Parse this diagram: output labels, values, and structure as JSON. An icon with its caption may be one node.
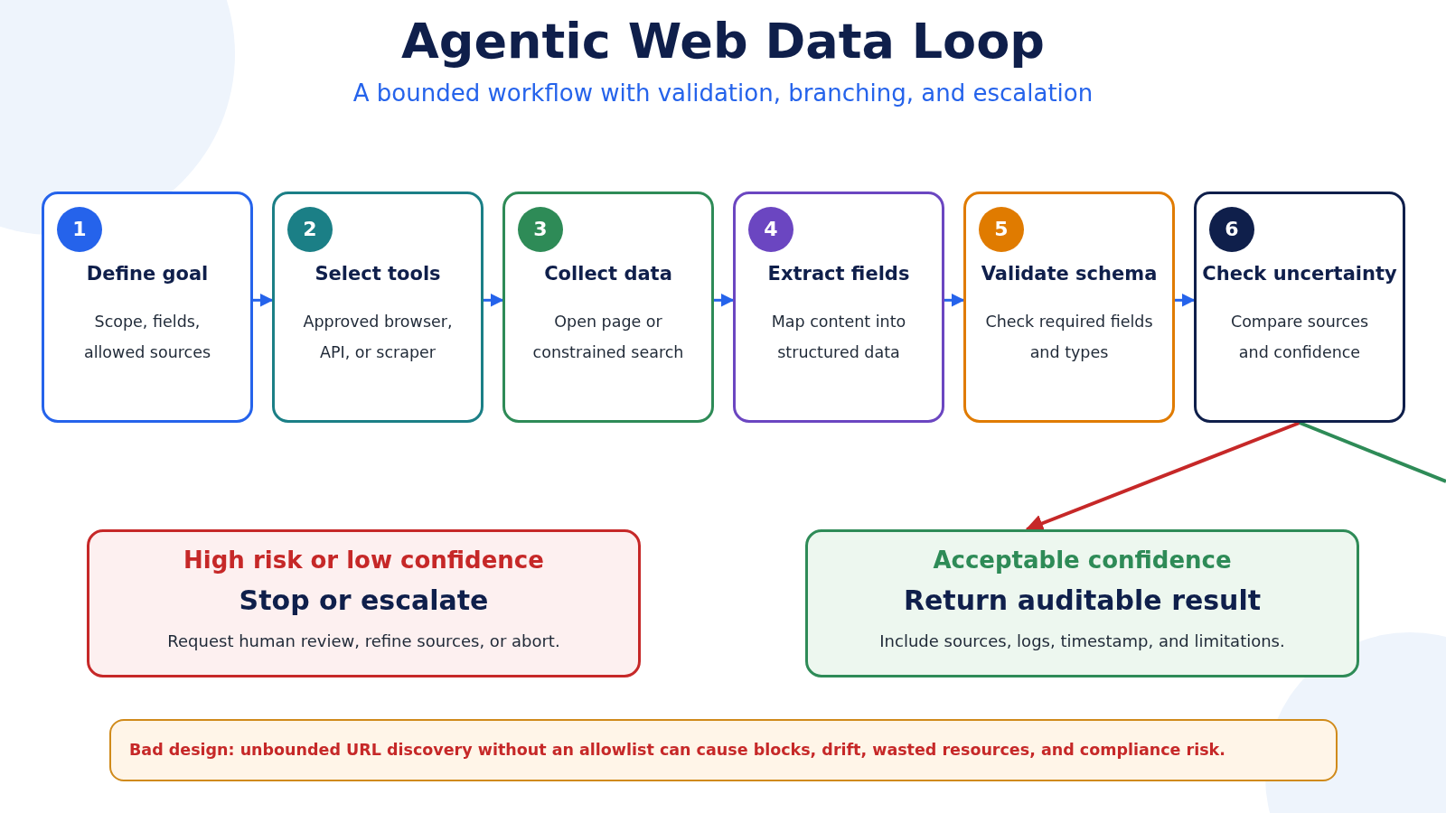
{
  "diagram": {
    "title": "Agentic Web Data Loop",
    "nodes": [
      {
        "text": [
          "1",
          "Define goal",
          "Scope, fields, allowed sources"
        ]
      },
      {
        "text": [
          "2",
          "Select tools",
          "Approved browser, API, or scraper"
        ]
      },
      {
        "text": [
          "3",
          "Collect data",
          "Open page or constrained search"
        ]
      },
      {
        "text": [
          "4",
          "Extract fields",
          "Map content into structured data"
        ]
      },
      {
        "text": [
          "5",
          "Validate schema",
          "Check required fields and types"
        ]
      },
      {
        "text": [
          "6",
          "Check uncertainty",
          "Compare sources and confidence"
        ]
      },
      {
        "text": [
          "High risk or low confidence",
          "Stop or escalate",
          "Request human review, refine sources, or abort."
        ]
      },
      {
        "text": [
          "Acceptable confidence",
          "Return auditable result",
          "Include sources, logs, timestamp, and limitations."
        ]
      },
      {
        "text": [
          "Bad design: unbounded URL discovery without an allowlist can cause blocks, drift, wasted resources, and compliance risk."
        ]
      }
    ],
    "edges": [
      {
        "from": 0,
        "to": 1,
        "arrow": "to"
      },
      {
        "from": 1,
        "to": 2,
        "arrow": "to"
      },
      {
        "from": 2,
        "to": 3,
        "arrow": "to"
      },
      {
        "from": 3,
        "to": 4,
        "arrow": "to"
      },
      {
        "from": 4,
        "to": 5,
        "arrow": "to"
      },
      {
        "from": 5,
        "to": 7,
        "arrow": "to",
        "color": "#c62828"
      },
      {
        "from": 5,
        "to": null,
        "arrow": "none",
        "color": "#2e8b57"
      }
    ],
    "labels": [
      "A bounded workflow with validation, branching, and escalation"
    ]
  }
}
